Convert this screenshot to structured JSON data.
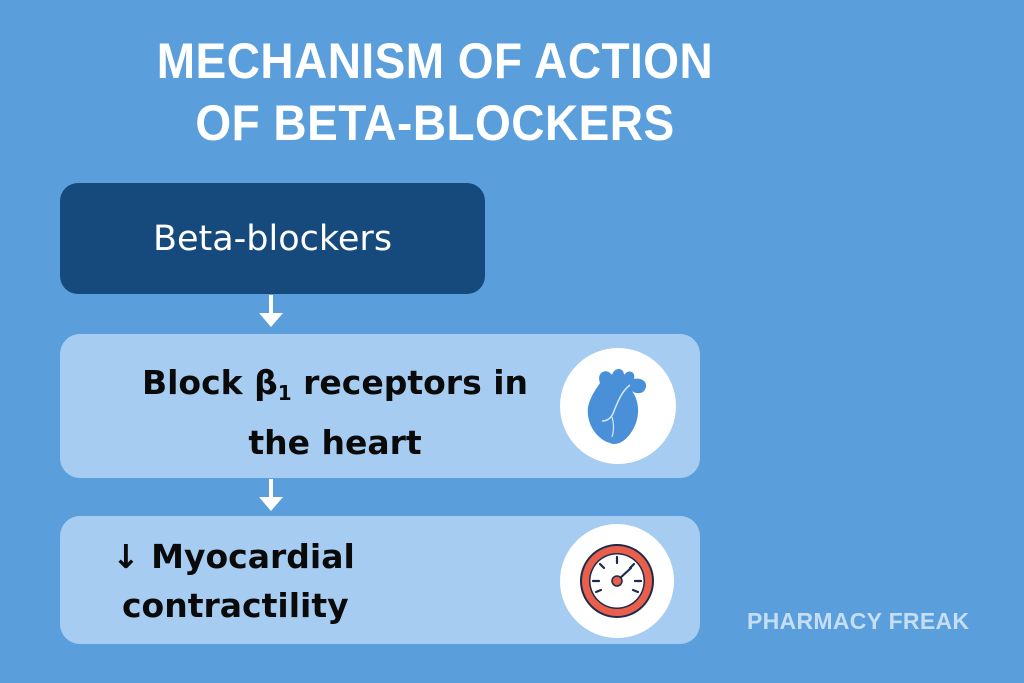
{
  "title": {
    "line1": "MECHANISM OF ACTION",
    "line2": "OF BETA-BLOCKERS"
  },
  "flow": {
    "step1": {
      "label": "Beta-blockers"
    },
    "step2": {
      "label_prefix": "Block β",
      "subscript": "1",
      "label_suffix": " receptors in",
      "label_line2": "the heart",
      "icon": "heart-icon"
    },
    "step3": {
      "label_line1": "↓ Myocardial",
      "label_line2": "contractility",
      "icon": "gauge-icon"
    }
  },
  "watermark": "PHARMACY FREAK",
  "colors": {
    "background": "#5a9fdc",
    "dark_box": "#164a7c",
    "light_box": "#a6cdf1",
    "heart": "#4a90d9",
    "gauge_ring": "#e8604c",
    "gauge_outline": "#1e2a4a"
  }
}
